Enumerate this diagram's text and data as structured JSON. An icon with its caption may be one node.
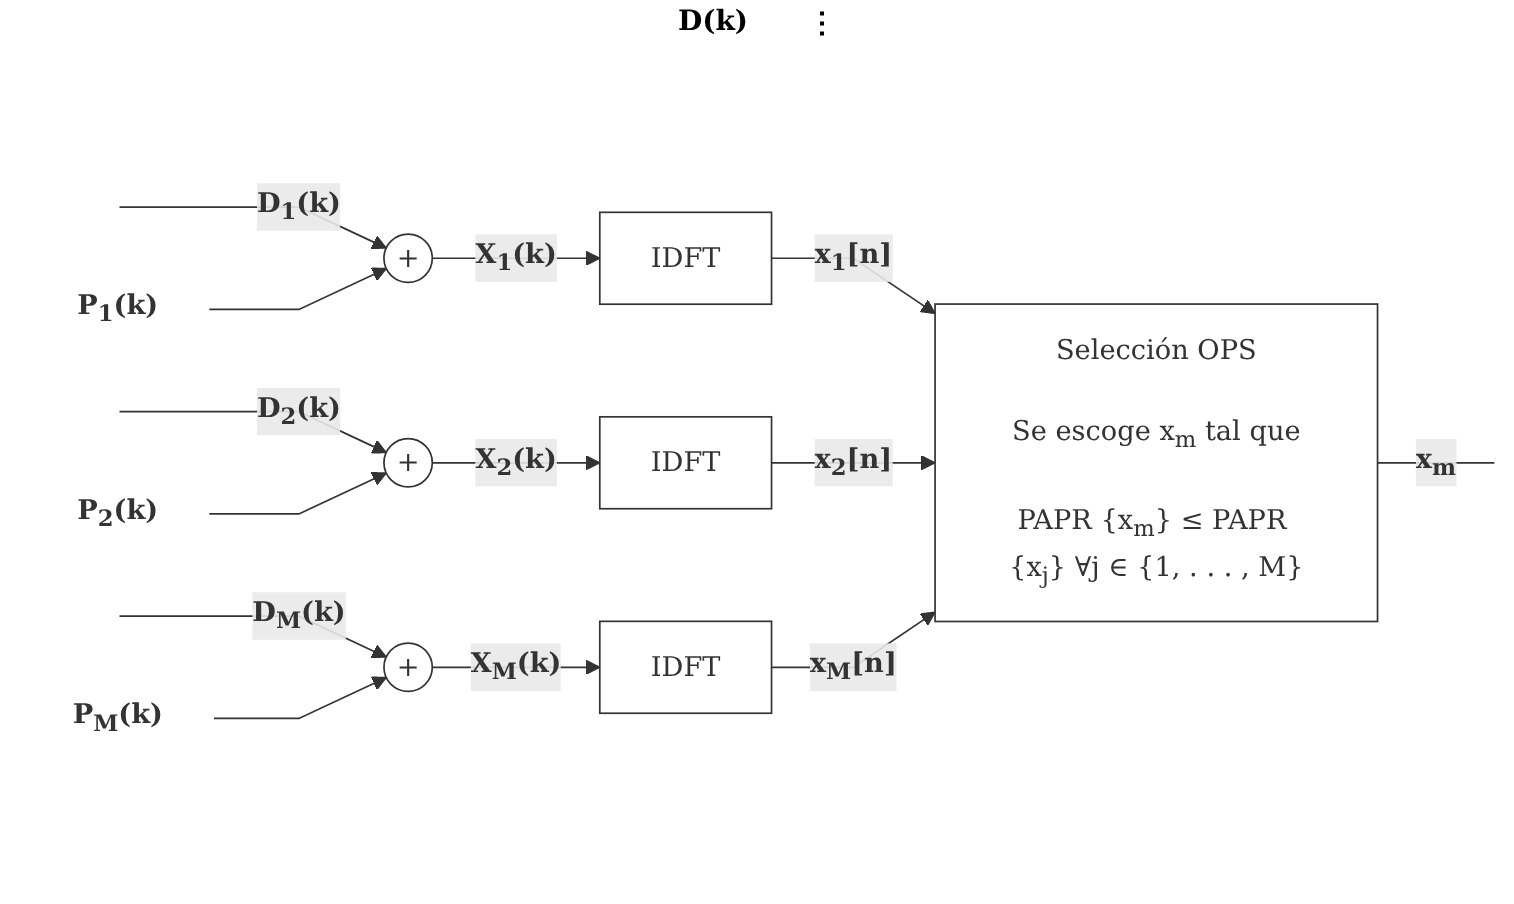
{
  "diagram": {
    "nodes": [
      {
        "text": [
          "P$_{1}$(k)"
        ]
      },
      {
        "text": [
          "+"
        ]
      },
      {
        "text": [
          "IDFT"
        ]
      },
      {
        "text": [
          "P$_{2}$(k)"
        ]
      },
      {
        "text": [
          "+"
        ]
      },
      {
        "text": [
          "IDFT"
        ]
      },
      {
        "text": [
          "P$_{M}$(k)"
        ]
      },
      {
        "text": [
          "+"
        ]
      },
      {
        "text": [
          "IDFT"
        ]
      },
      {
        "text": [
          "Selección OPS",
          "Se escoge x$_{m}$ tal que",
          "PAPR {x$_{m}$} ≤ PAPR {x$_{j}$} ∀j ∈ {1, . . . , M}"
        ]
      }
    ],
    "edges": [
      {
        "from": null,
        "to": 1,
        "arrow": "to",
        "label": "D$_{1}$(k)"
      },
      {
        "from": null,
        "to": 4,
        "arrow": "to",
        "label": "D$_{2}$(k)"
      },
      {
        "from": null,
        "to": 7,
        "arrow": "to",
        "label": "D$_{M}$(k)"
      },
      {
        "from": 0,
        "to": 1,
        "arrow": "to"
      },
      {
        "from": 3,
        "to": 4,
        "arrow": "to"
      },
      {
        "from": 6,
        "to": 7,
        "arrow": "to"
      },
      {
        "from": 1,
        "to": 2,
        "arrow": "to",
        "label": "X$_{1}$(k)"
      },
      {
        "from": 4,
        "to": 5,
        "arrow": "to",
        "label": "X$_{2}$(k)"
      },
      {
        "from": 7,
        "to": 8,
        "arrow": "to",
        "label": "X$_{M}$(k)"
      },
      {
        "from": 2,
        "to": 9,
        "arrow": "to",
        "label": "x$_{1}$[n]"
      },
      {
        "from": 5,
        "to": 9,
        "arrow": "to",
        "label": "x$_{2}$[n]"
      },
      {
        "from": 8,
        "to": 9,
        "arrow": "to",
        "label": "x$_{M}$[n]"
      },
      {
        "from": 9,
        "to": null,
        "arrow": "none",
        "label": "x$_{m}$"
      }
    ],
    "labels": [
      "D(k)",
      "⋮"
    ]
  }
}
